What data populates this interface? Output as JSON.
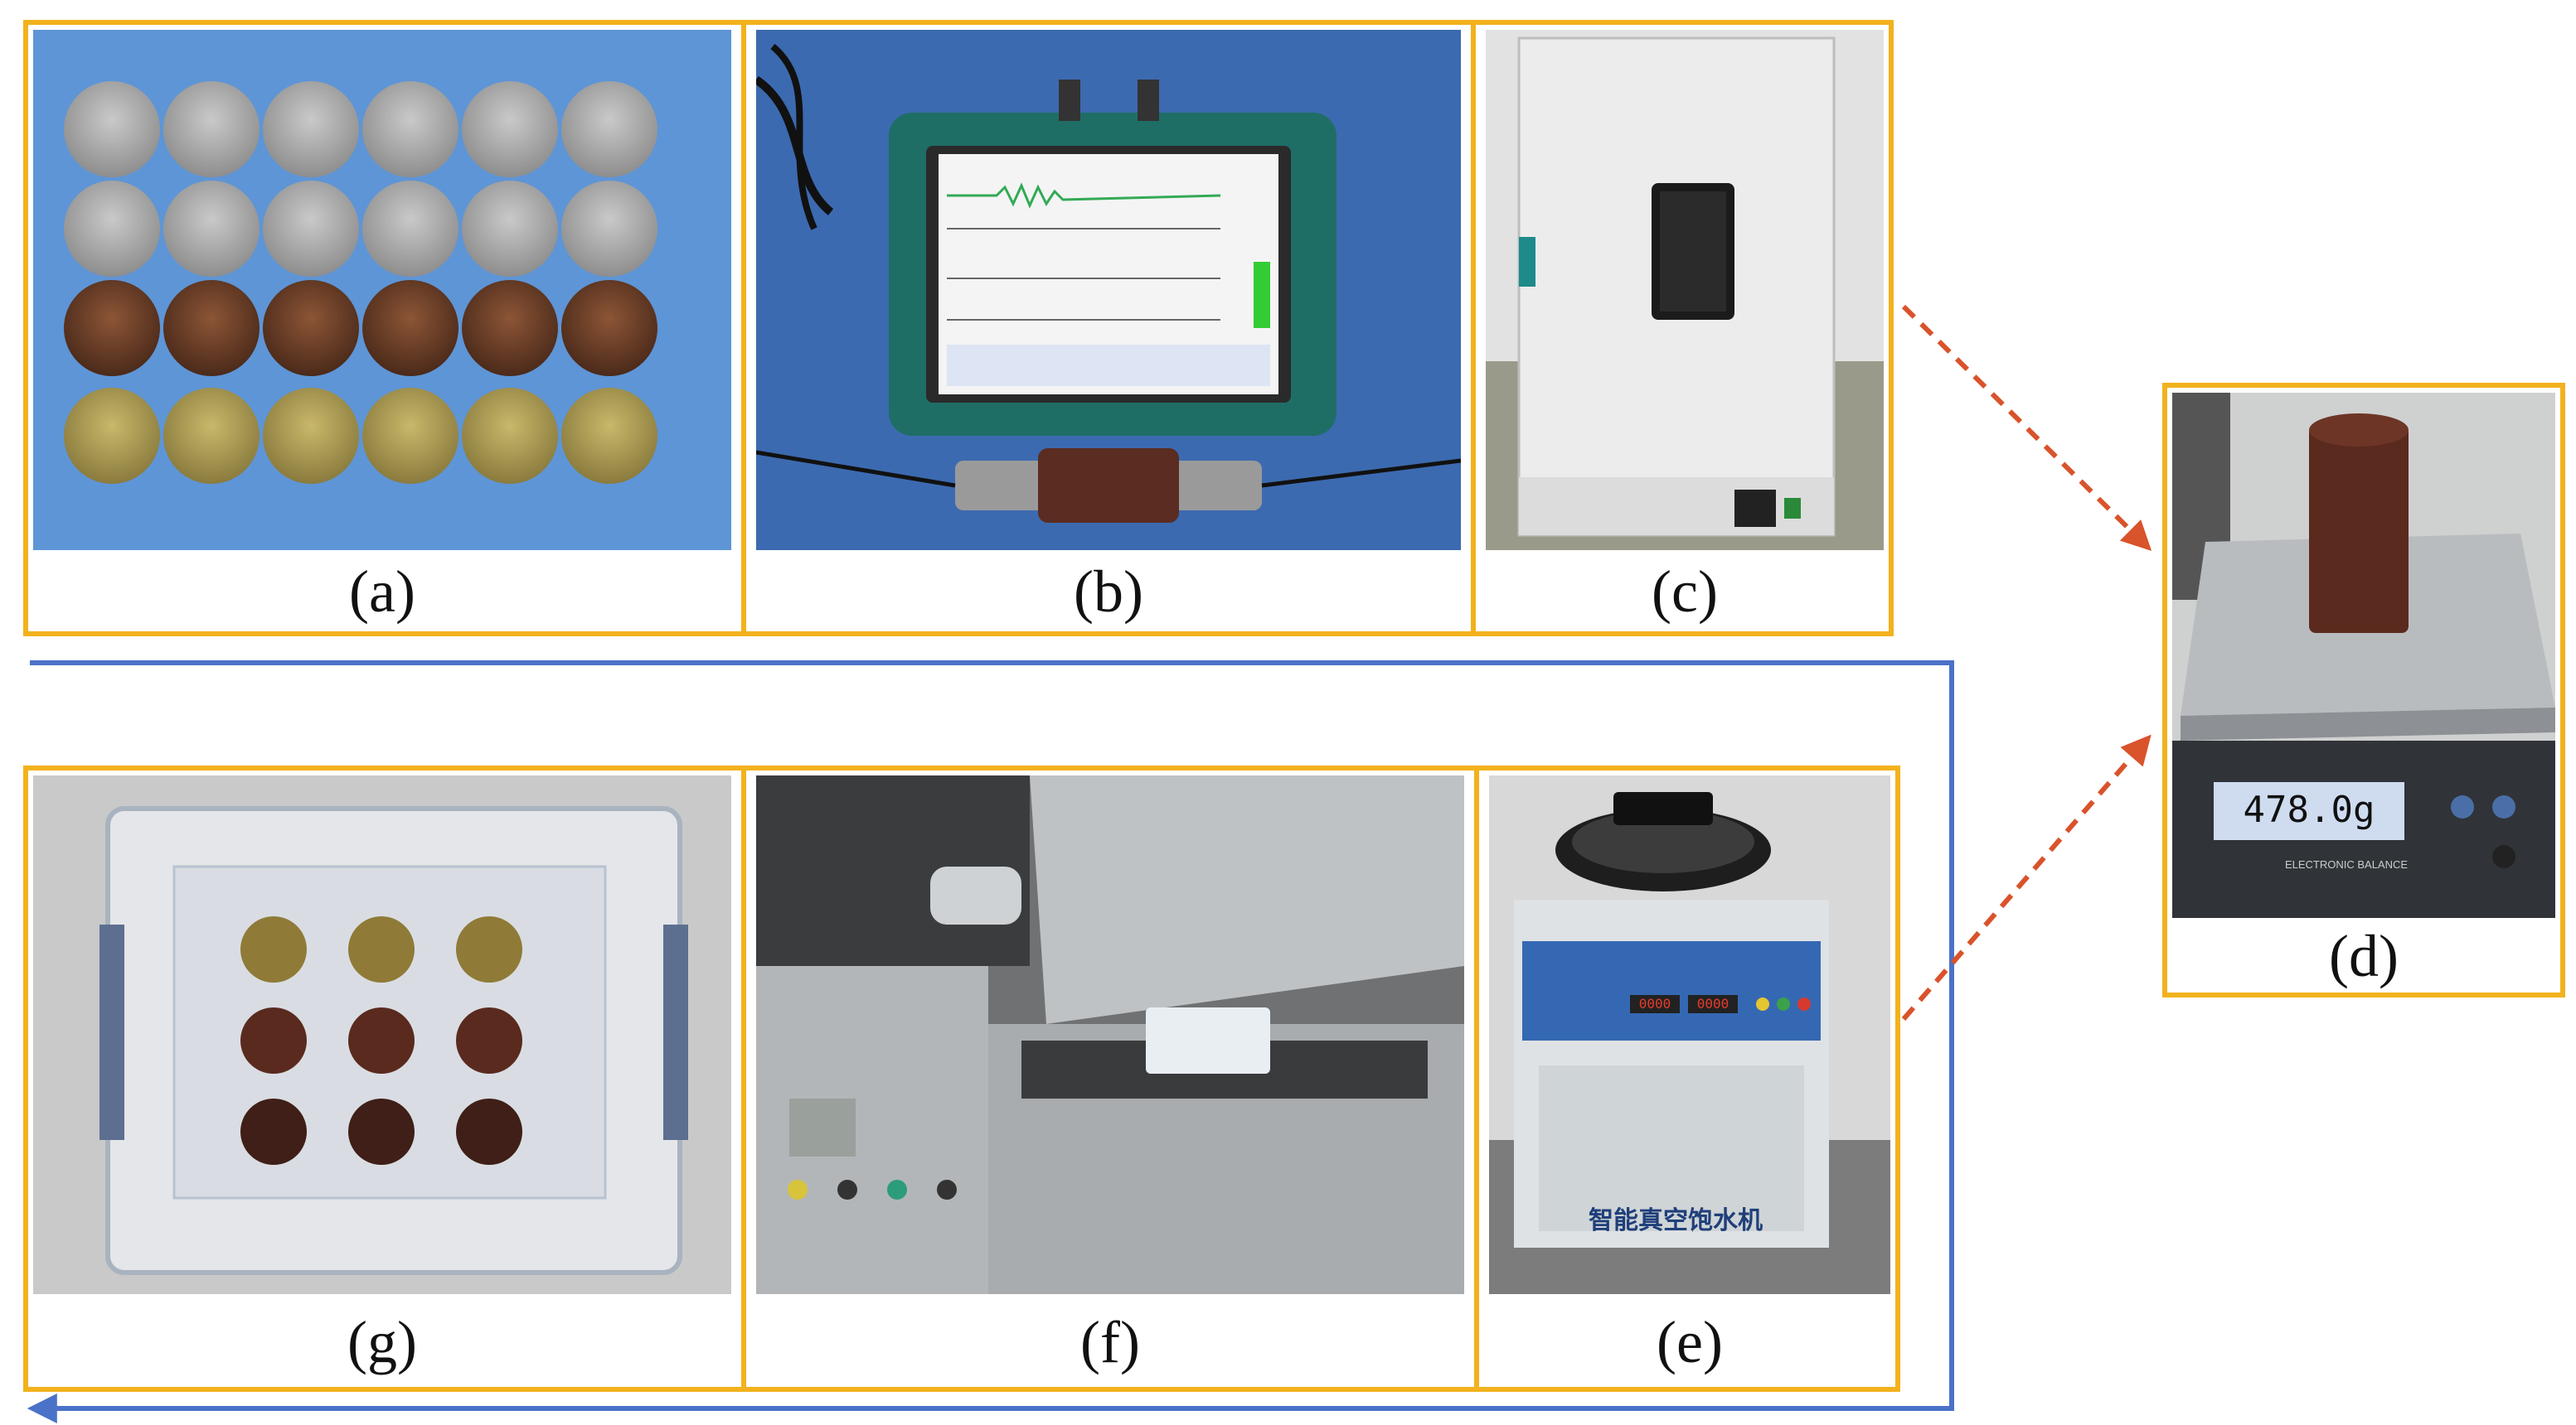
{
  "panels": {
    "a": {
      "caption": "(a)"
    },
    "b": {
      "caption": "(b)"
    },
    "c": {
      "caption": "(c)"
    },
    "d": {
      "caption": "(d)",
      "scale_reading": "478.0g",
      "scale_brand": "ELECTRONIC BALANCE"
    },
    "e": {
      "caption": "(e)",
      "machine_label": "智能真空饱水机",
      "display_left": "0000",
      "display_right": "0000"
    },
    "f": {
      "caption": "(f)"
    },
    "g": {
      "caption": "(g)"
    }
  },
  "colors": {
    "frame": "#F2B21D",
    "flow_arrow": "#4A72C8",
    "dashed_arrow": "#D9532B"
  }
}
